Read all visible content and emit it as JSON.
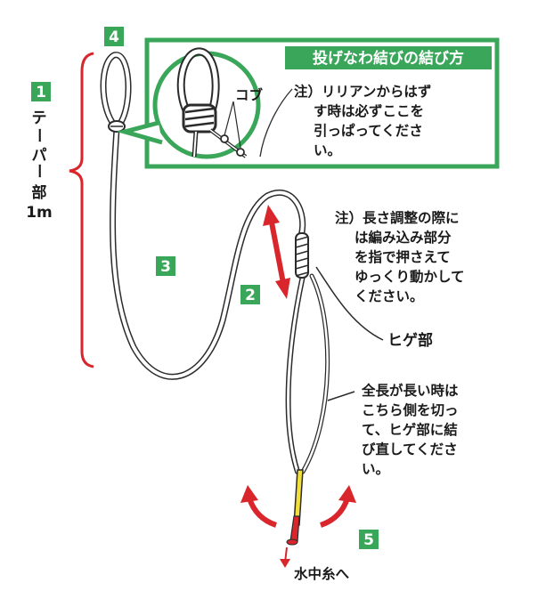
{
  "colors": {
    "green": "#3aa65a",
    "red": "#d9262c",
    "rope": "#ffffff",
    "outline": "#2b2b2b",
    "yellow": "#f2df3a",
    "bracket": "#d9262c"
  },
  "badges": {
    "b1": "1",
    "b2": "2",
    "b3": "3",
    "b4": "4",
    "b5": "5"
  },
  "taper": {
    "line1": "テ",
    "line2": "ー",
    "line3": "パ",
    "line4": "ー",
    "line5": "部",
    "length": "1m"
  },
  "inset": {
    "title": "投げなわ結びの結び方",
    "kobu": "コブ",
    "note": [
      "注）リリアンからはず",
      "す時は必ずここを",
      "引っぱってくださ",
      "い。"
    ]
  },
  "adjust_note": [
    "注）長さ調整の際に",
    "は編み込み部分",
    "を指で押さえて",
    "ゆっくり動かして",
    "ください。"
  ],
  "hige_label": "ヒゲ部",
  "cut_note": [
    "全長が長い時は",
    "こちら側を切っ",
    "て、ヒゲ部に結",
    "び直してくださ",
    "い。"
  ],
  "tippet_label": "水中糸へ"
}
